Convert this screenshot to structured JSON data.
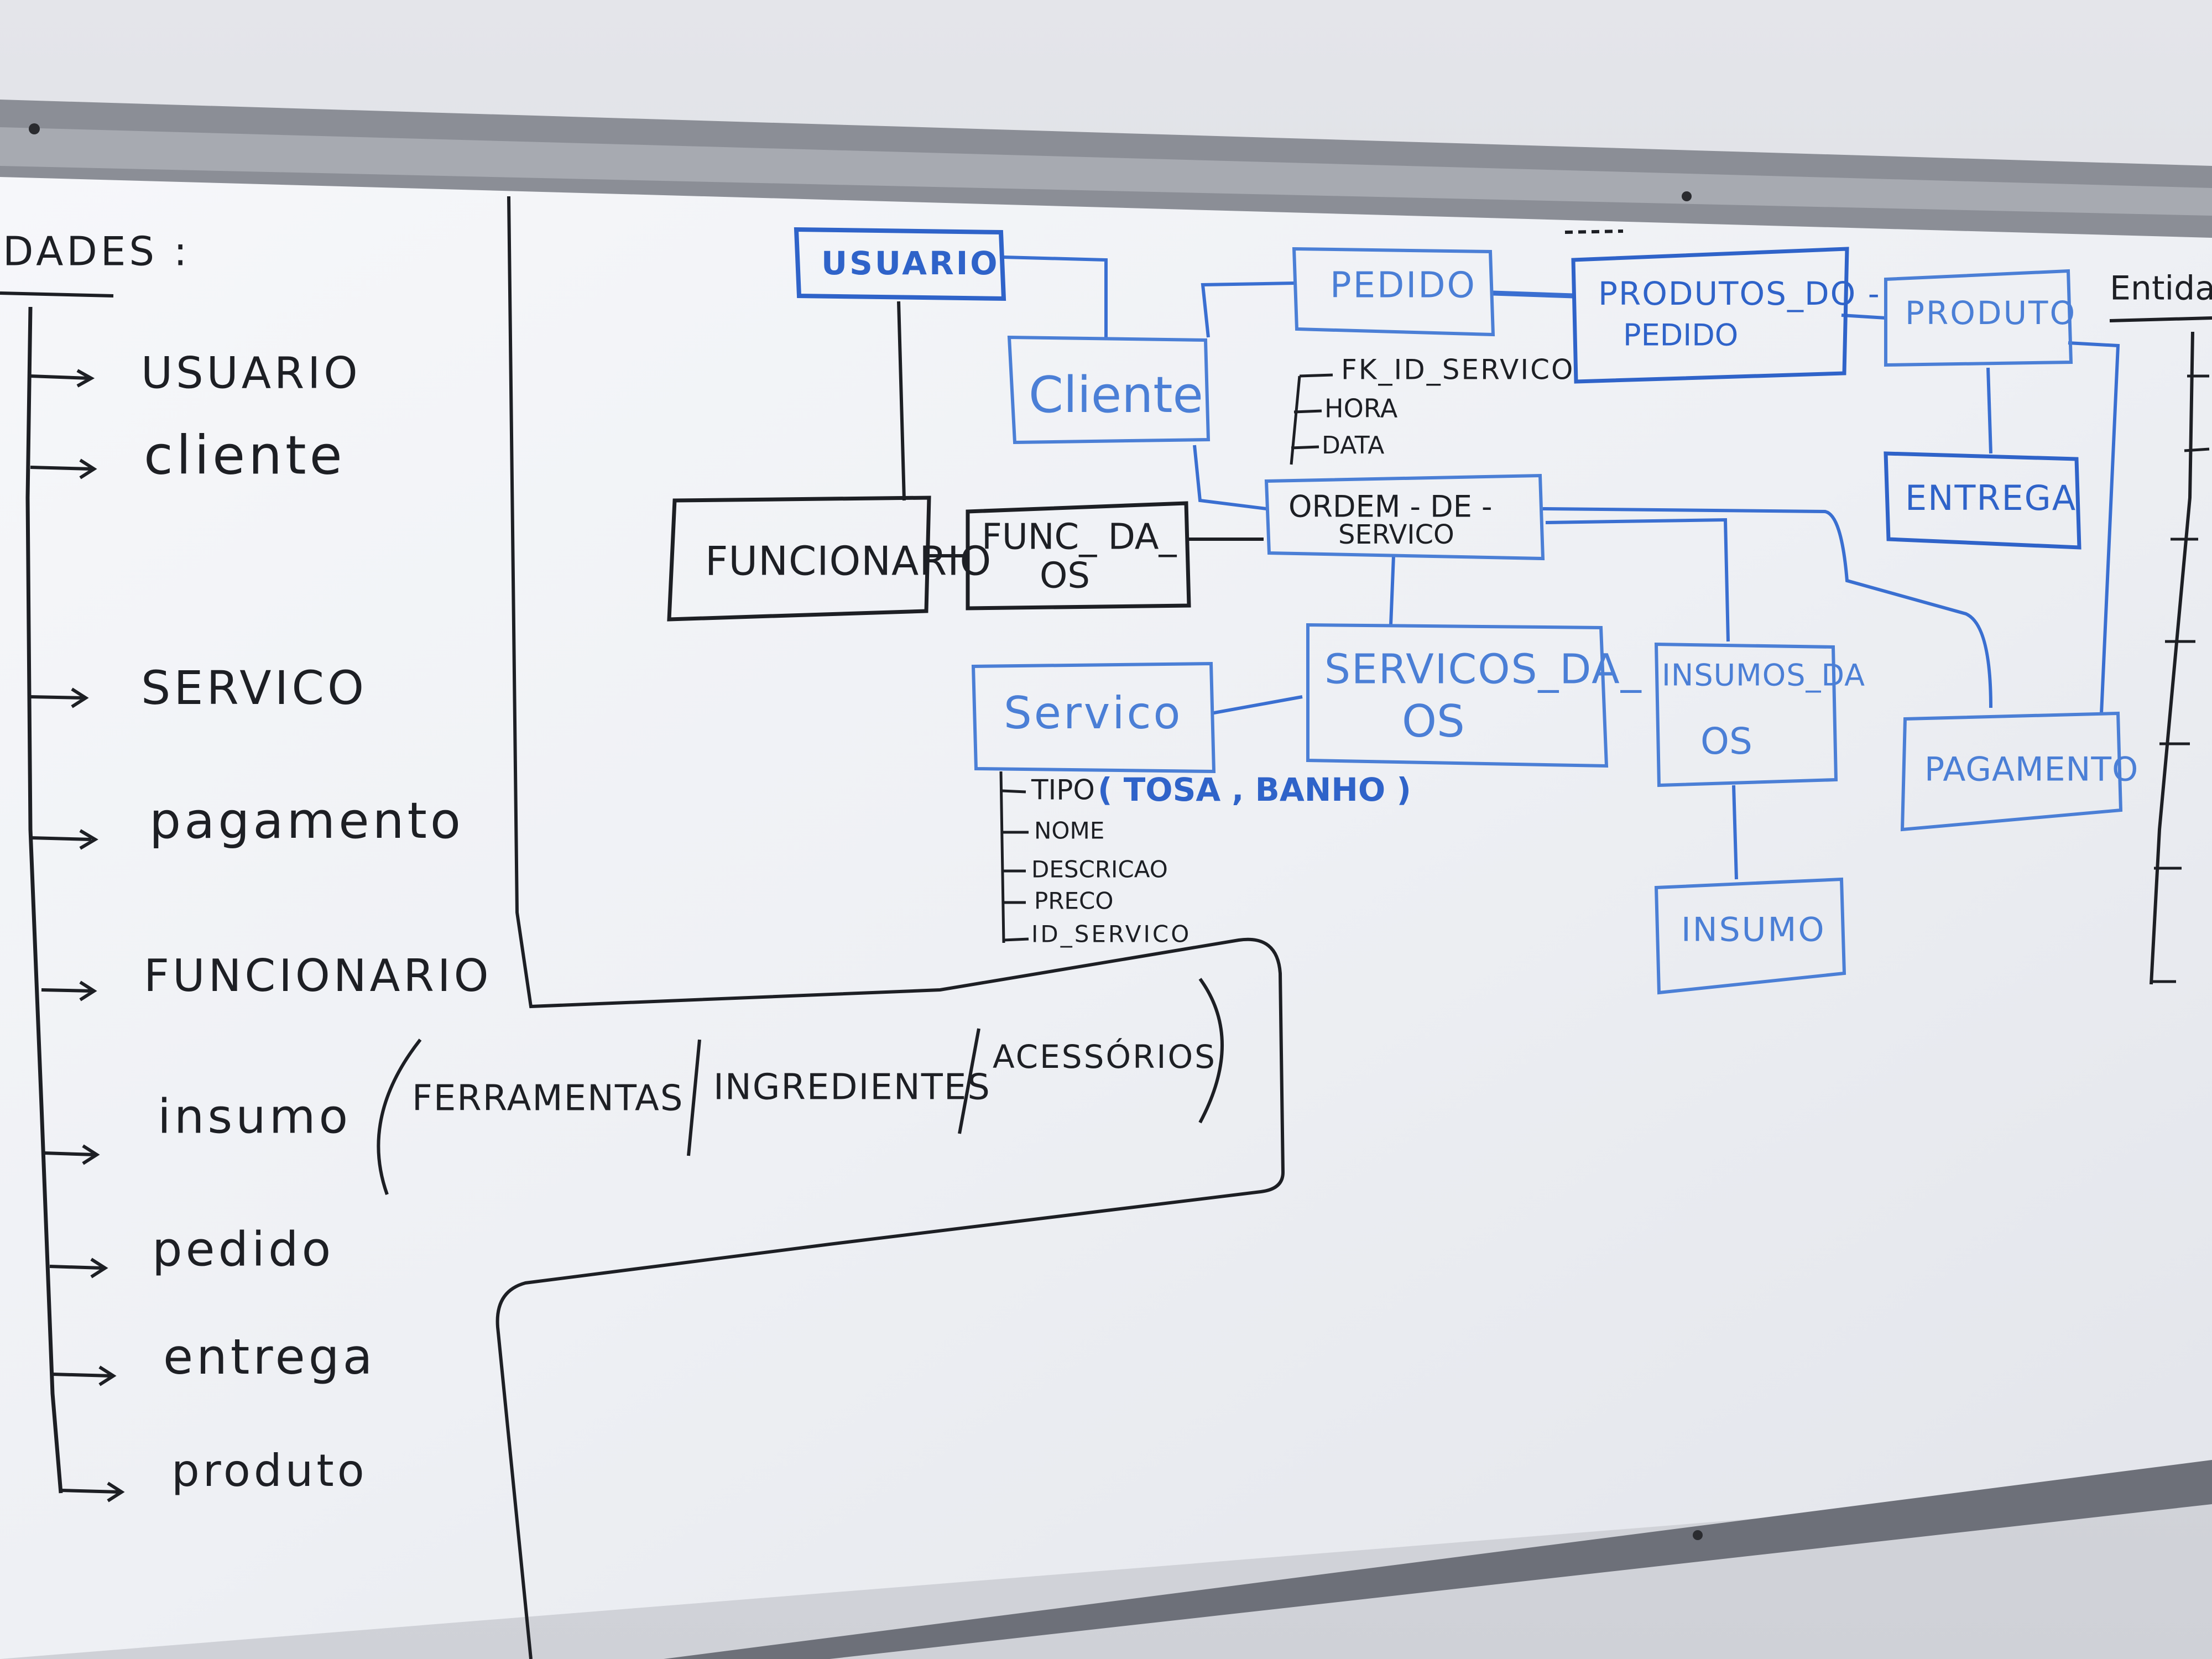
{
  "left_list": {
    "heading": "DADES :",
    "items": [
      "USUARIO",
      "cliente",
      "SERVICO",
      "pagamento",
      "FUNCIONARIO",
      "insumo",
      "pedido",
      "entrega",
      "produto"
    ],
    "insumo_note": [
      "FERRAMENTAS",
      "INGREDIENTES",
      "ACESSÓRIOS"
    ]
  },
  "diagram": {
    "usuario": "USUARIO",
    "cliente": "Cliente",
    "pedido": "PEDIDO",
    "produtos_do_pedido": [
      "PRODUTOS_DO -",
      "PEDIDO"
    ],
    "produto": "PRODUTO",
    "entrega": "ENTREGA",
    "funcionario": "FUNCIONARIO",
    "func_da_os": [
      "FUNC_ DA_",
      "OS"
    ],
    "ordem_de_servico": [
      "ORDEM - DE -",
      "SERVICO"
    ],
    "ordem_attrs": [
      "FK_ID_SERVICO",
      "HORA",
      "DATA"
    ],
    "servico": "Servico",
    "servicos_da_os": [
      "SERVICOS_DA_",
      "OS"
    ],
    "insumos_da_os": [
      "INSUMOS_DA",
      "OS"
    ],
    "pagamento": "PAGAMENTO",
    "insumo": "INSUMO",
    "servico_attrs": [
      "TIPO",
      "NOME",
      "DESCRICAO",
      "PRECO",
      "ID_SERVICO"
    ],
    "servico_tipo_values": "( TOSA , BANHO )"
  },
  "right_edge": {
    "heading": "Entidad"
  },
  "colors": {
    "marker_black": "#1d1f24",
    "marker_blue": "#2f63c9",
    "board": "#f2f3f7",
    "frame": "#6d7079"
  }
}
